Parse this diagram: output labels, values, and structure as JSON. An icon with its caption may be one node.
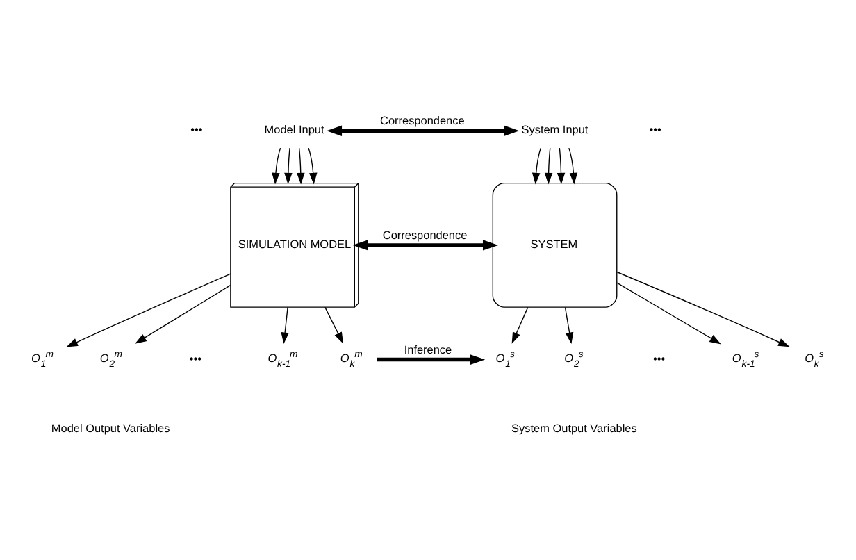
{
  "diagram": {
    "nodes": [
      {
        "text": [
          "Model Input"
        ]
      },
      {
        "text": [
          "SIMULATION MODEL"
        ]
      },
      {
        "text": [
          "System Input"
        ]
      },
      {
        "text": [
          "SYSTEM"
        ]
      },
      {
        "text": [
          "O$_{1}$$^{m}$"
        ]
      },
      {
        "text": [
          "O$_{2}$$^{m}$"
        ]
      },
      {
        "text": [
          "O$_{k-1}$$^{m}$"
        ]
      },
      {
        "text": [
          "O$_{k}$$^{m}$"
        ]
      },
      {
        "text": [
          "O$_{1}$$^{s}$"
        ]
      },
      {
        "text": [
          "O$_{2}$$^{s}$"
        ]
      },
      {
        "text": [
          "O$_{k-1}$$^{s}$"
        ]
      },
      {
        "text": [
          "O$_{k}$$^{s}$"
        ]
      }
    ],
    "edges": [
      {
        "from": 0,
        "to": 1,
        "arrow": "to"
      },
      {
        "from": 0,
        "to": 1,
        "arrow": "to"
      },
      {
        "from": 0,
        "to": 1,
        "arrow": "to"
      },
      {
        "from": 0,
        "to": 1,
        "arrow": "to"
      },
      {
        "from": 2,
        "to": 3,
        "arrow": "to"
      },
      {
        "from": 2,
        "to": 3,
        "arrow": "to"
      },
      {
        "from": 2,
        "to": 3,
        "arrow": "to"
      },
      {
        "from": 2,
        "to": 3,
        "arrow": "to"
      },
      {
        "from": 1,
        "to": 4,
        "arrow": "to"
      },
      {
        "from": 1,
        "to": 5,
        "arrow": "to"
      },
      {
        "from": 1,
        "to": 6,
        "arrow": "to"
      },
      {
        "from": 1,
        "to": 7,
        "arrow": "to"
      },
      {
        "from": 3,
        "to": 8,
        "arrow": "to"
      },
      {
        "from": 3,
        "to": 9,
        "arrow": "to"
      },
      {
        "from": 3,
        "to": 10,
        "arrow": "to"
      },
      {
        "from": 3,
        "to": 11,
        "arrow": "to"
      },
      {
        "from": 0,
        "to": 2,
        "arrow": "both",
        "label": "Correspondence",
        "style": "thick"
      },
      {
        "from": 1,
        "to": 3,
        "arrow": "both",
        "label": "Correspondence",
        "style": "thick"
      },
      {
        "from": 7,
        "to": 8,
        "arrow": "to",
        "label": "Inference",
        "style": "thick"
      }
    ],
    "labels": [
      "•••",
      "•••",
      "•••",
      "•••",
      "Model Output Variables",
      "System Output Variables"
    ]
  }
}
